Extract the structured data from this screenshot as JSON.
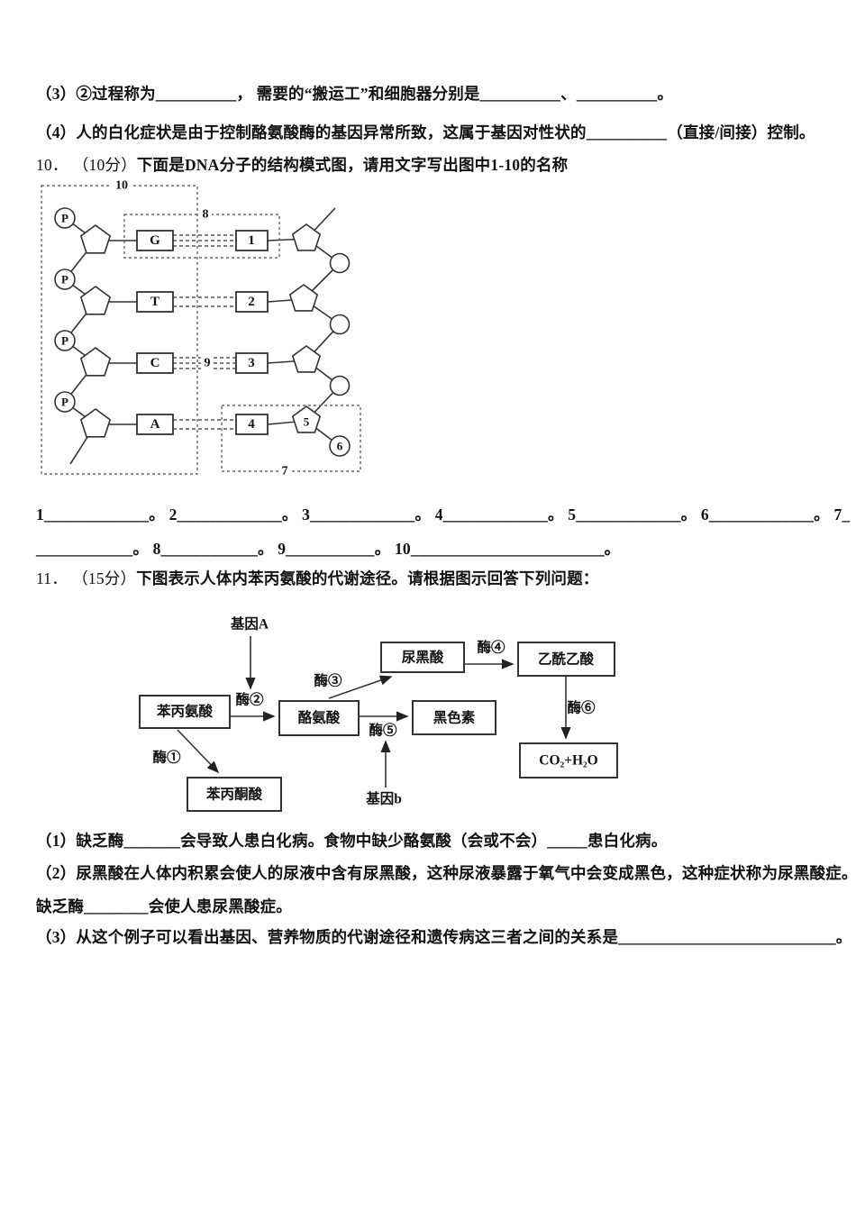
{
  "page": {
    "background": "#ffffff",
    "text_color": "#111111",
    "line_color": "#333333"
  },
  "top_questions": {
    "q3": "（3）②过程称为__________， 需要的“搬运工”和细胞器分别是__________、__________。",
    "q4": "（4）人的白化症状是由于控制酪氨酸酶的基因异常所致，这属于基因对性状的__________（直接/间接）控制。"
  },
  "q10": {
    "number": "10．",
    "points": "（10分）",
    "title": "下面是DNA分子的结构模式图，请用文字写出图中1-10的名称",
    "blanks_row1": "1_____________。 2_____________。 3_____________。 4_____________。 5_____________。 6_____________。 7_",
    "blanks_row2": "____________。 8____________。 9___________。 10________________________。",
    "dna": {
      "phosphate": "P",
      "left_bases": [
        "G",
        "T",
        "C",
        "A"
      ],
      "right_bases": [
        "1",
        "2",
        "3",
        "4"
      ],
      "pentagon_label": "5",
      "circle_label": "6",
      "nucleotide_box_label": "7",
      "base_pair_box_label": "8",
      "hydrogen_bond_label": "9",
      "strand_box_label": "10"
    }
  },
  "q11": {
    "number": "11．",
    "points": "（15分）",
    "title": "下图表示人体内苯丙氨酸的代谢途径。请根据图示回答下列问题：",
    "pathway": {
      "gene_a": "基因A",
      "gene_b": "基因b",
      "phenylalanine": "苯丙氨酸",
      "tyrosine": "酪氨酸",
      "homogentisic_acid": "尿黑酸",
      "acetoacetic_acid": "乙酰乙酸",
      "melanin": "黑色素",
      "co2_h2o": "CO₂+H₂O",
      "phenylpyruvic_acid": "苯丙酮酸",
      "enzyme_1": "酶①",
      "enzyme_2": "酶②",
      "enzyme_3": "酶③",
      "enzyme_4": "酶④",
      "enzyme_5": "酶⑤",
      "enzyme_6": "酶⑥"
    },
    "q1": "（1）缺乏酶_______会导致人患白化病。食物中缺少酪氨酸（会或不会）_____患白化病。",
    "q2": "（2）尿黑酸在人体内积累会使人的尿液中含有尿黑酸，这种尿液暴露于氧气中会变成黑色，这种症状称为尿黑酸症。",
    "q2b": "缺乏酶________会使人患尿黑酸症。",
    "q3": "（3）从这个例子可以看出基因、营养物质的代谢途径和遗传病这三者之间的关系是___________________________。"
  }
}
